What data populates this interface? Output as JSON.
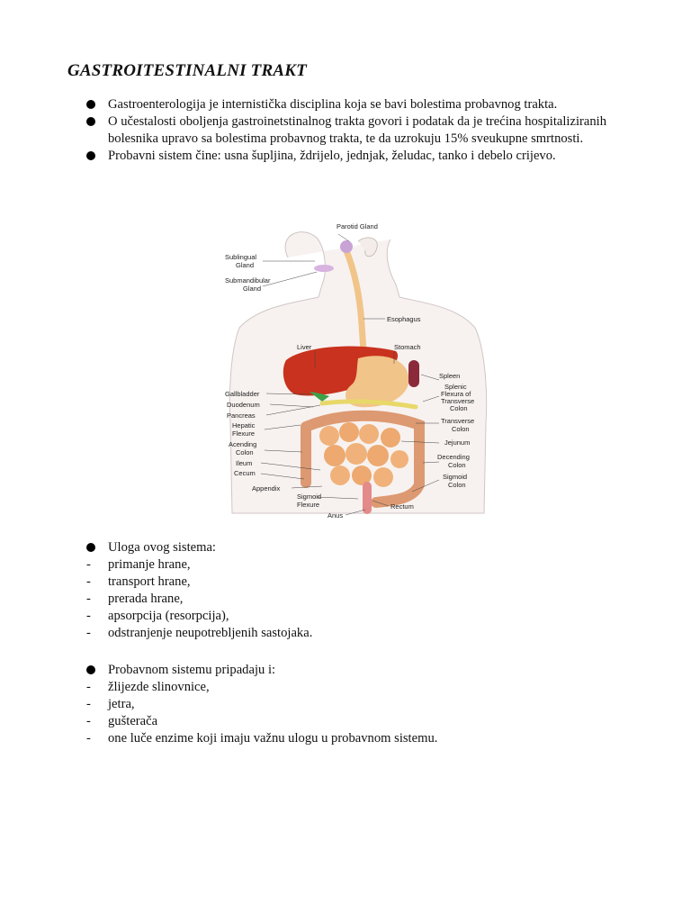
{
  "document": {
    "title": "GASTROITESTINALNI TRAKT",
    "intro_bullets": [
      "Gastroenterologija je internistička disciplina koja se bavi bolestima probavnog trakta.",
      "O učestalosti oboljenja gastroinetstinalnog trakta govori i podatak da je trećina hospitaliziranih bolesnika upravo sa bolestima probavnog trakta, te da uzrokuju 15% sveukupne smrtnosti.",
      "Probavni sistem čine: usna šupljina, ždrijelo, jednjak, želudac, tanko i debelo crijevo."
    ],
    "roles": {
      "heading": "Uloga ovog sistema:",
      "items": [
        "primanje hrane,",
        "transport hrane,",
        "prerada hrane,",
        "apsorpcija (resorpcija),",
        "odstranjenje neupotrebljenih sastojaka."
      ]
    },
    "belongs": {
      "heading": "Probavnom sistemu pripadaju i:",
      "items": [
        "žlijezde slinovnice,",
        "jetra,",
        "gušterača",
        "one luče enzime koji imaju važnu ulogu u probavnom sistemu."
      ]
    }
  },
  "figure": {
    "labels": {
      "parotid": "Parotid Gland",
      "sublingual_1": "Sublingual",
      "sublingual_2": "Gland",
      "submandibular_1": "Submandibular",
      "submandibular_2": "Gland",
      "esophagus": "Esophagus",
      "liver": "Liver",
      "stomach": "Stomach",
      "spleen": "Spleen",
      "splenic_1": "Splenic",
      "splenic_2": "Flexura of",
      "splenic_3": "Transverse",
      "splenic_4": "Colon",
      "gallbladder": "Gallbladder",
      "duodenum": "Duodenum",
      "pancreas": "Pancreas",
      "transverse_1": "Transverse",
      "transverse_2": "Colon",
      "hepatic_1": "Hepatic",
      "hepatic_2": "Flexure",
      "jejunum": "Jejunum",
      "ascending_1": "Acending",
      "ascending_2": "Colon",
      "descending_1": "Decending",
      "descending_2": "Colon",
      "ileum": "Ileum",
      "cecum": "Cecum",
      "sigmoid_colon_1": "Sigmoid",
      "sigmoid_colon_2": "Colon",
      "appendix": "Appendix",
      "sigmoid_flexure_1": "Sigmoid",
      "sigmoid_flexure_2": "Flexure",
      "rectum": "Rectum",
      "anus": "Anus"
    }
  }
}
